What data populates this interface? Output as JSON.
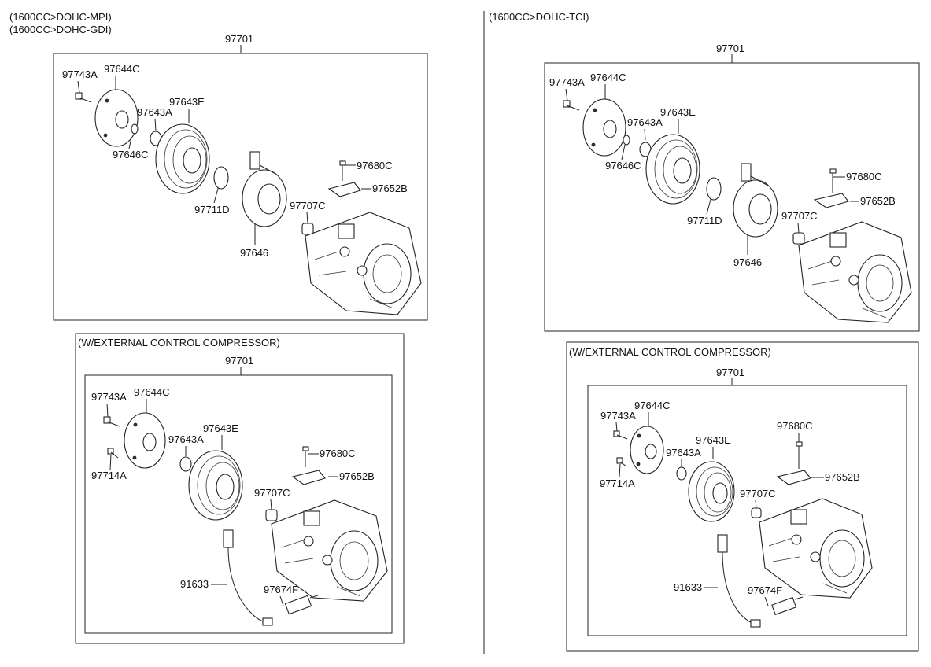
{
  "headers": {
    "left_line1": "(1600CC>DOHC-MPI)",
    "left_line2": "(1600CC>DOHC-GDI)",
    "right_line1": "(1600CC>DOHC-TCI)",
    "ext_box_title": "(W/EXTERNAL CONTROL COMPRESSOR)"
  },
  "parts": {
    "assembly": "97701",
    "bolt": "97743A",
    "hub": "97644C",
    "shim_ring": "97643A",
    "pulley": "97643E",
    "shim": "97646C",
    "snap_ring": "97711D",
    "field_coil": "97646",
    "bolt_small": "97680C",
    "bracket": "97652B",
    "cap": "97707C",
    "bolt_ext": "97714A",
    "harness": "91633",
    "valve": "97674F"
  }
}
